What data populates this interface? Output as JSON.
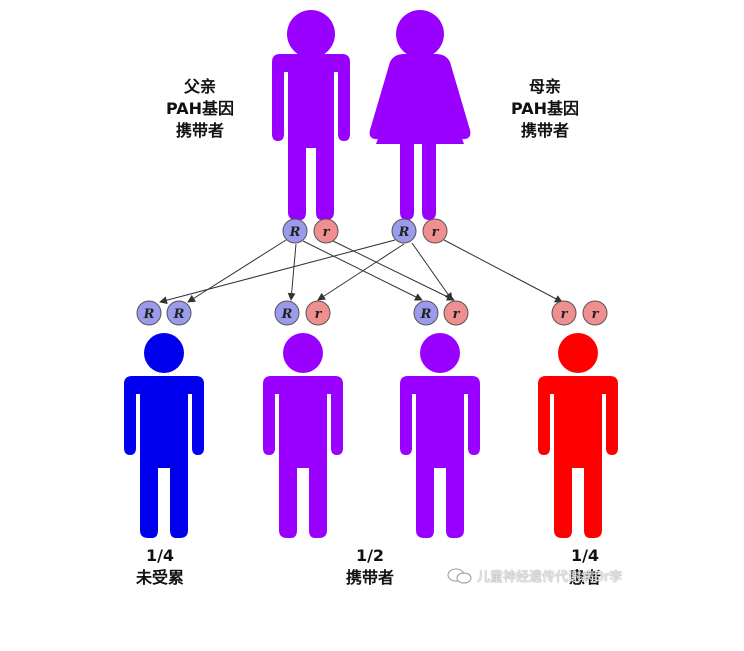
{
  "parents": {
    "father": {
      "line1": "父亲",
      "line2": "PAH基因",
      "line3": "携带者",
      "alleles": [
        "R",
        "r"
      ]
    },
    "mother": {
      "line1": "母亲",
      "line2": "PAH基因",
      "line3": "携带者",
      "alleles": [
        "R",
        "r"
      ]
    }
  },
  "children": [
    {
      "alleles": [
        "R",
        "R"
      ],
      "fraction": "1/4",
      "status": "未受累"
    },
    {
      "alleles": [
        "R",
        "r"
      ],
      "fraction": "1/2",
      "status": "携带者"
    },
    {
      "alleles": [
        "R",
        "r"
      ],
      "fraction": "",
      "status": ""
    },
    {
      "alleles": [
        "r",
        "r"
      ],
      "fraction": "1/4",
      "status": "患者"
    }
  ],
  "colors": {
    "carrier": "#9a00ff",
    "unaffected": "#0000ee",
    "affected": "#ff0000",
    "dominant_allele": "#9b9bec",
    "recessive_allele": "#f08f8f"
  },
  "watermark": {
    "text": "儿童神经遗传代谢病Dr李",
    "icon": "wechat-icon"
  }
}
